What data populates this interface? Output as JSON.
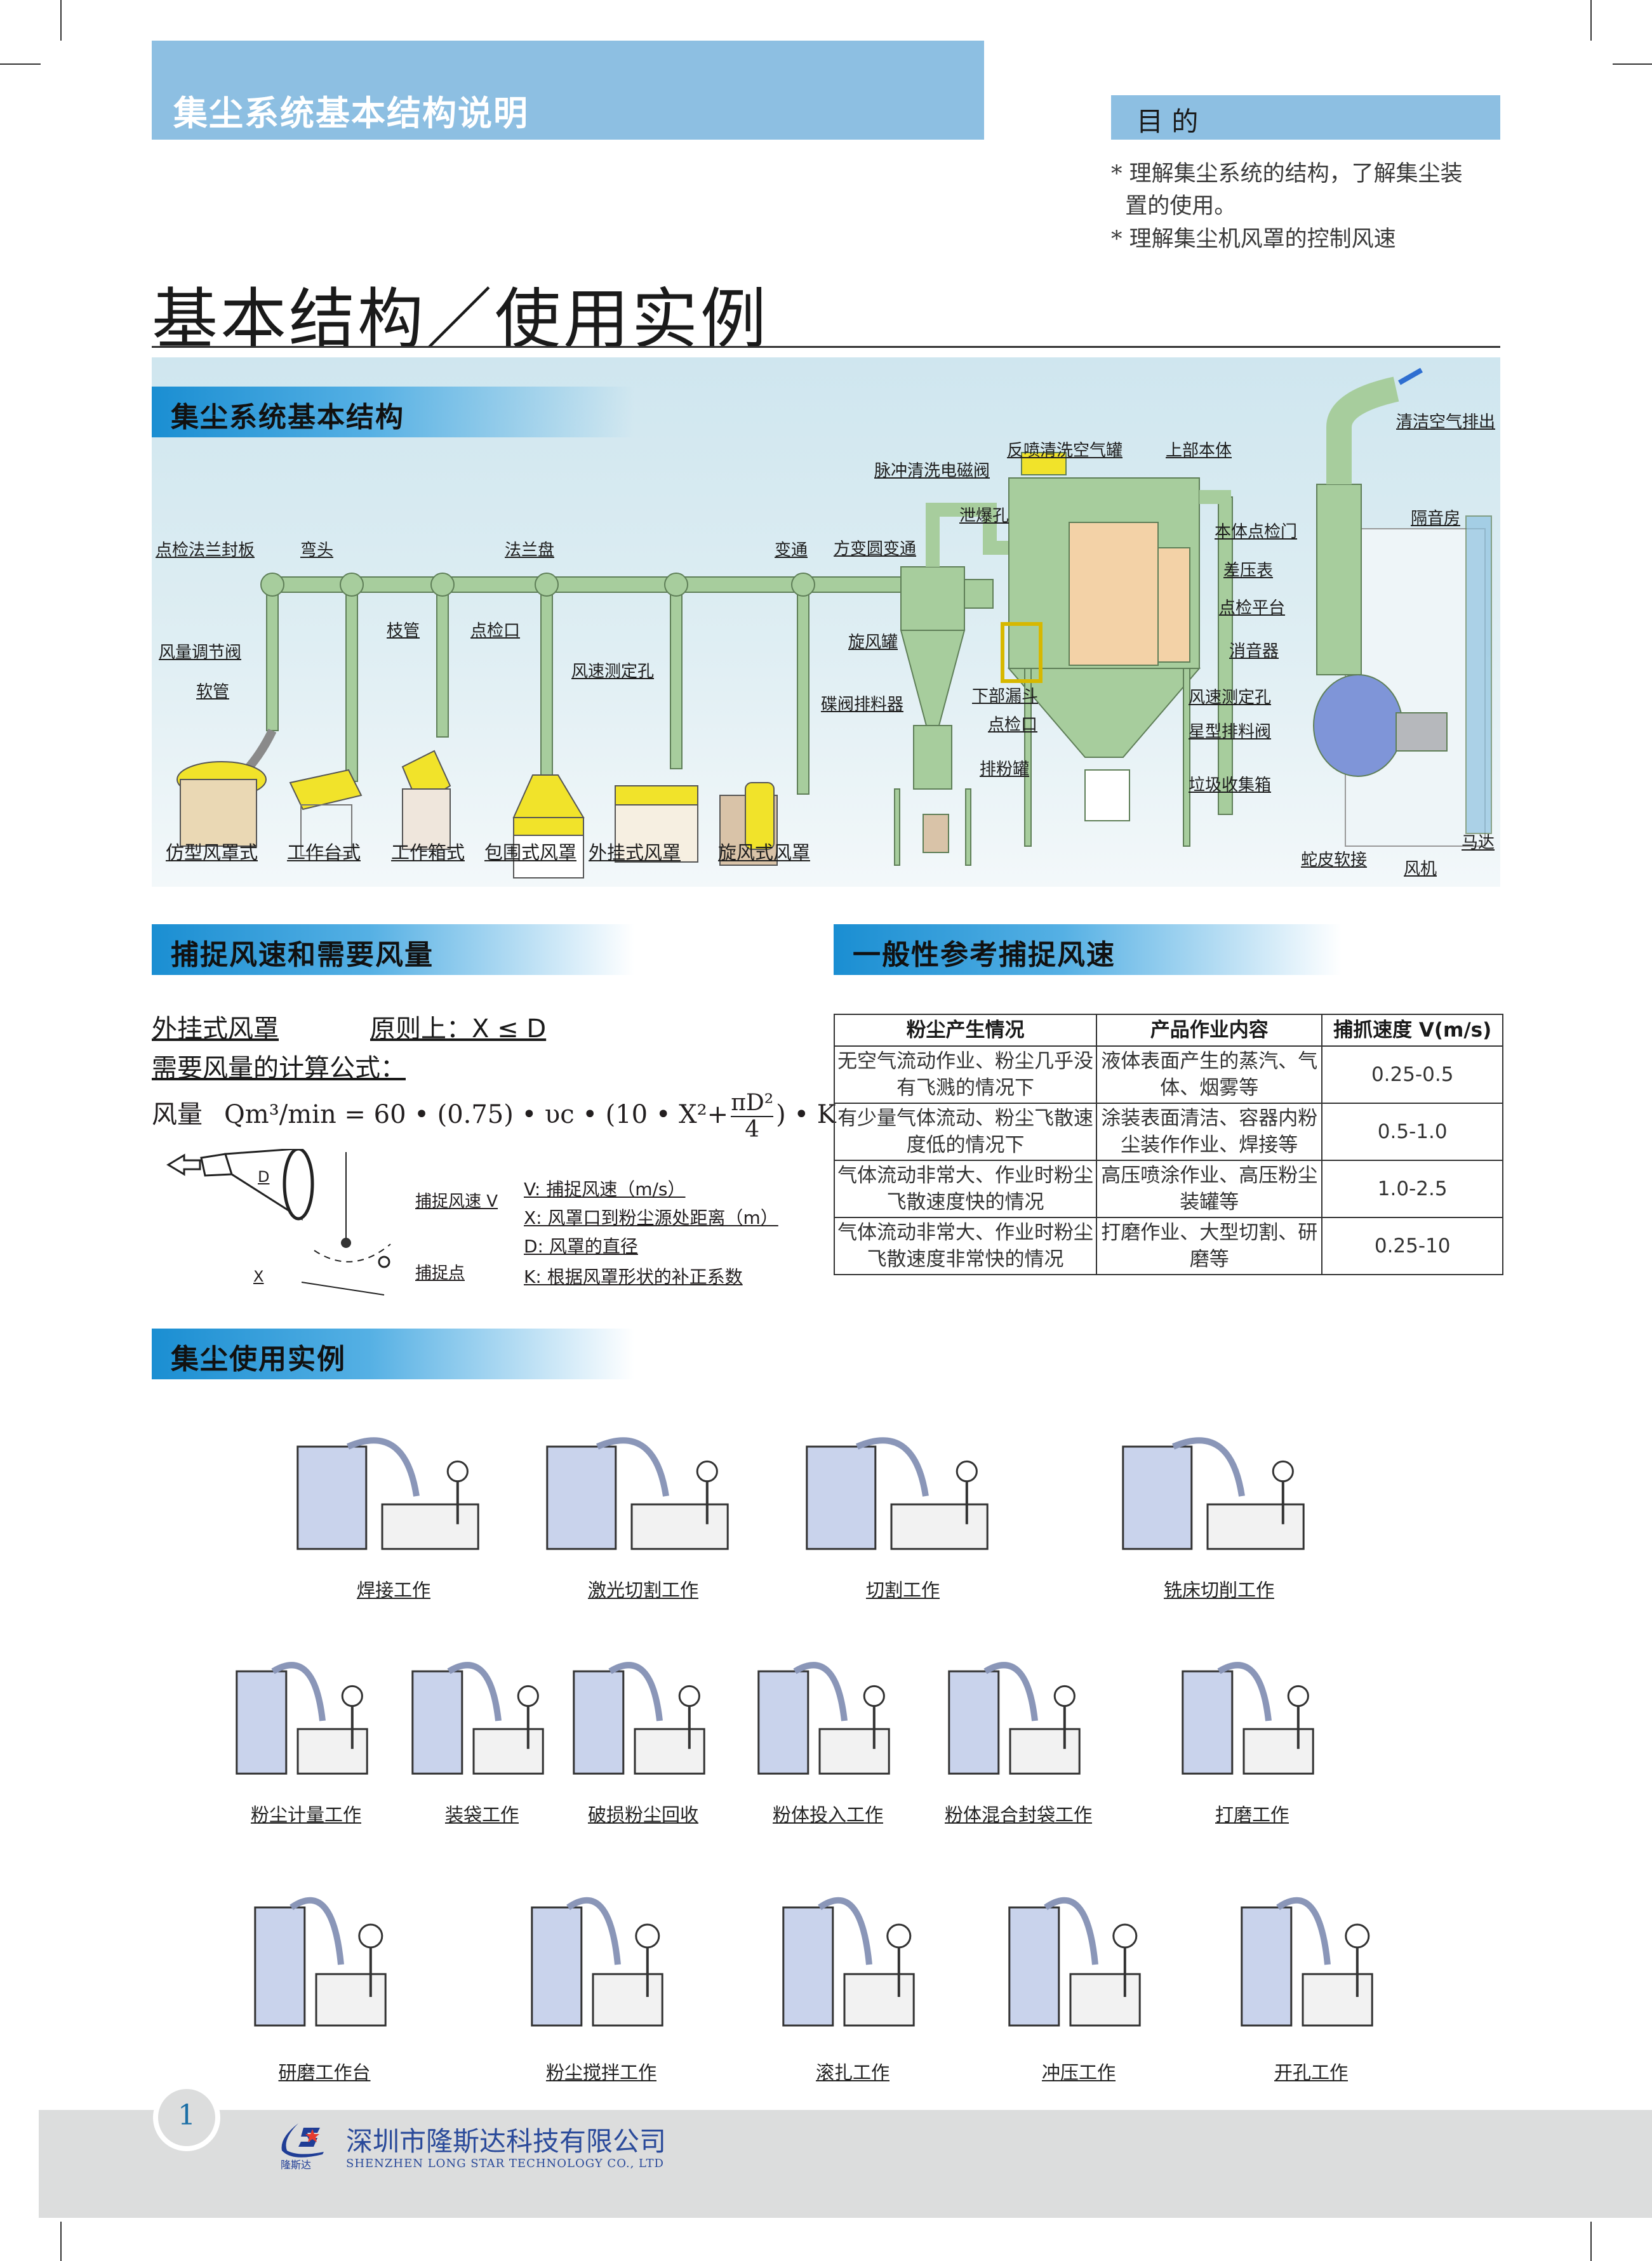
{
  "header": {
    "banner_title": "集尘系统基本结构说明",
    "purpose_title": "目 的",
    "purpose_bullets": [
      "* 理解集尘系统的结构，了解集尘装",
      "  置的使用。",
      "* 理解集尘机风罩的控制风速"
    ]
  },
  "main_title": "基本结构／使用实例",
  "structure": {
    "section_title": "集尘系统基本结构",
    "labels": [
      "点检法兰封板",
      "弯头",
      "法兰盘",
      "变通",
      "方变圆变通",
      "枝管",
      "点检口",
      "风量调节阀",
      "软管",
      "风速测定孔",
      "旋风罐",
      "碟阀排料器",
      "脉冲清洗电磁阀",
      "反喷清洗空气罐",
      "上部本体",
      "泄爆孔",
      "本体点检门",
      "差压表",
      "点检平台",
      "消音器",
      "下部漏斗",
      "点检口",
      "风速测定孔",
      "星型排料阀",
      "排粉罐",
      "垃圾收集箱",
      "清洁空气排出",
      "隔音房",
      "马达",
      "蛇皮软接",
      "风机"
    ],
    "hood_types": [
      "仿型风罩式",
      "工作台式",
      "工作箱式",
      "包围式风罩",
      "外挂式风罩",
      "旋风式风罩"
    ]
  },
  "capture": {
    "section_title": "捕捉风速和需要风量",
    "hood_name": "外挂式风罩",
    "principle": "原则上：X ≤ D",
    "formula_title": "需要风量的计算公式：",
    "formula_label": "风量",
    "formula_lhs": "Qm³/min = 60 • (0.75) • υc • (10 • X²+",
    "formula_frac_num": "πD²",
    "formula_frac_den": "4",
    "formula_tail": ") • K",
    "diagram_labels": {
      "d": "D",
      "x": "X",
      "speed": "捕捉风速 V",
      "point": "捕捉点"
    },
    "legend": [
      "V: 捕捉风速（m/s）",
      "X: 风罩口到粉尘源处距离（m）",
      "D: 风罩的直径",
      "K: 根据风罩形状的补正系数"
    ]
  },
  "reference": {
    "section_title": "一般性参考捕捉风速",
    "headers": [
      "粉尘产生情况",
      "产品作业内容",
      "捕抓速度 V(m/s)"
    ],
    "rows": [
      [
        "无空气流动作业、粉尘几乎没有飞溅的情况下",
        "液体表面产生的蒸汽、气体、烟雾等",
        "0.25-0.5"
      ],
      [
        "有少量气体流动、粉尘飞散速度低的情况下",
        "涂装表面清洁、容器内粉尘装作作业、焊接等",
        "0.5-1.0"
      ],
      [
        "气体流动非常大、作业时粉尘飞散速度快的情况",
        "高压喷涂作业、高压粉尘装罐等",
        "1.0-2.5"
      ],
      [
        "气体流动非常大、作业时粉尘飞散速度非常快的情况",
        "打磨作业、大型切割、研磨等",
        "0.25-10"
      ]
    ]
  },
  "examples": {
    "section_title": "集尘使用实例",
    "items": [
      "焊接工作",
      "激光切割工作",
      "切割工作",
      "铣床切削工作",
      "粉尘计量工作",
      "装袋工作",
      "破损粉尘回收",
      "粉体投入工作",
      "粉体混合封袋工作",
      "打磨工作",
      "研磨工作台",
      "粉尘搅拌工作",
      "滚扎工作",
      "冲压工作",
      "开孔工作"
    ]
  },
  "footer": {
    "page_number": "1",
    "logo_text": "隆斯达",
    "company_cn": "深圳市隆斯达科技有限公司",
    "company_en": "SHENZHEN LONG STAR TECHNOLOGY CO., LTD"
  },
  "colors": {
    "banner": "#8dbfe2",
    "section_head": "#1a8ed2",
    "pipe": "#a7cd9d",
    "hood": "#f1e32a",
    "fan": "#7f95d8",
    "footer": "#dcdddd"
  }
}
